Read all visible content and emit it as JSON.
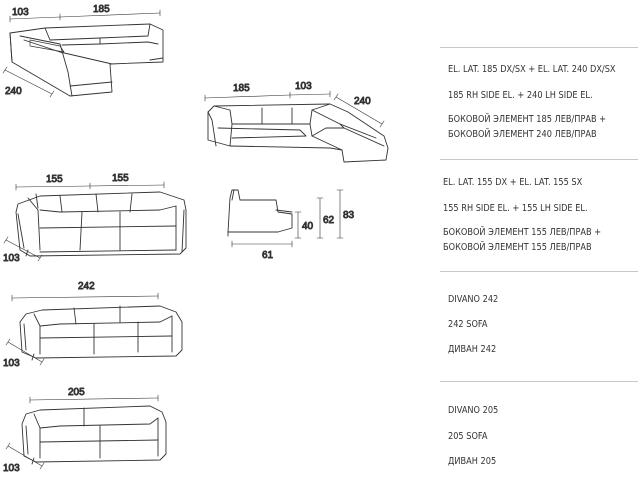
{
  "dimensions": {
    "corner_left": {
      "depth": "103",
      "width": "185",
      "length": "240"
    },
    "corner_right": {
      "width": "185",
      "depth": "103",
      "length": "240"
    },
    "sofa_310": {
      "left": "155",
      "right": "155",
      "depth": "103"
    },
    "profile": {
      "depth": "61",
      "seat": "40",
      "arm": "62",
      "height": "83"
    },
    "sofa_242": {
      "width": "242",
      "depth": "103"
    },
    "sofa_205": {
      "width": "205",
      "depth": "103"
    }
  },
  "specs": [
    {
      "lines": [
        "EL. LAT. 185 DX/SX + EL. LAT. 240 DX/SX",
        "185 RH SIDE EL. + 240 LH SIDE EL.",
        "БОКОВОЙ ЭЛЕМЕНТ 185 ЛЕВ/ПРАВ +",
        "БОКОВОЙ ЭЛЕМЕНТ 240 ЛЕВ/ПРАВ"
      ]
    },
    {
      "lines": [
        "EL. LAT. 155 DX + EL. LAT. 155 SX",
        "155 RH SIDE EL. + 155 LH SIDE EL.",
        "БОКОВОЙ ЭЛЕМЕНТ 155 ЛЕВ/ПРАВ +",
        "БОКОВОЙ ЭЛЕМЕНТ 155 ЛЕВ/ПРАВ"
      ]
    },
    {
      "lines": [
        "DIVANO 242",
        "242 SOFA",
        "ДИВАН 242"
      ]
    },
    {
      "lines": [
        "DIVANO 205",
        "205 SOFA",
        "ДИВАН 205"
      ]
    }
  ]
}
